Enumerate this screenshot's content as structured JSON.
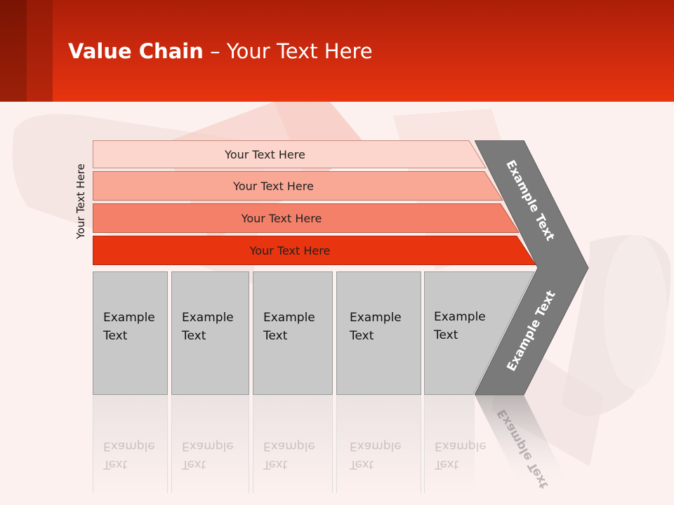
{
  "slide": {
    "title_bold": "Value Chain",
    "title_rest": " – Your Text Here"
  },
  "diagram": {
    "side_label": "Your Text Here",
    "bars": [
      {
        "label": "Your Text Here",
        "color": "#fcd5cc"
      },
      {
        "label": "Your Text Here",
        "color": "#f9a896"
      },
      {
        "label": "Your Text Here",
        "color": "#f5806a"
      },
      {
        "label": "Your Text Here",
        "color": "#e8340f"
      }
    ],
    "cells": [
      {
        "line1": "Example",
        "line2": "Text"
      },
      {
        "line1": "Example",
        "line2": "Text"
      },
      {
        "line1": "Example",
        "line2": "Text"
      },
      {
        "line1": "Example",
        "line2": "Text"
      },
      {
        "line1": "Example",
        "line2": "Text"
      }
    ],
    "chevron_top_label": "Example Text",
    "chevron_bottom_label": "Example Text",
    "chevron_color": "#7a7a7a",
    "cell_color": "#c8c8c8"
  }
}
